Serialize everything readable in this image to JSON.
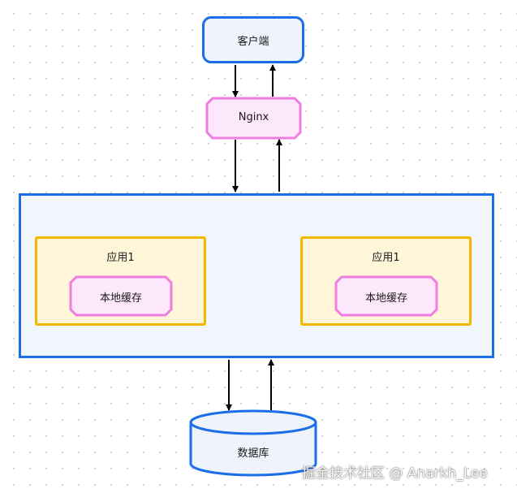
{
  "diagram": {
    "client": {
      "label": "客户端"
    },
    "proxy": {
      "label": "Nginx"
    },
    "apps": [
      {
        "label": "应用1",
        "cache_label": "本地缓存"
      },
      {
        "label": "应用1",
        "cache_label": "本地缓存"
      }
    ],
    "database": {
      "label": "数据库"
    }
  },
  "watermark": "掘金技术社区 @ Anarkh_Lee",
  "colors": {
    "client_border": "#1a6ee8",
    "client_fill": "#eef3fc",
    "proxy_border": "#f07de0",
    "proxy_fill": "#fde8fb",
    "app_area_border": "#1a6ee8",
    "app_area_fill": "#f1f5fc",
    "app_border": "#f5b800",
    "app_fill": "#fff6d9",
    "cache_border": "#f07de0",
    "cache_fill": "#fde8fb",
    "database_border": "#1a6ee8",
    "database_fill": "#eef3fc",
    "arrow": "#000000"
  }
}
